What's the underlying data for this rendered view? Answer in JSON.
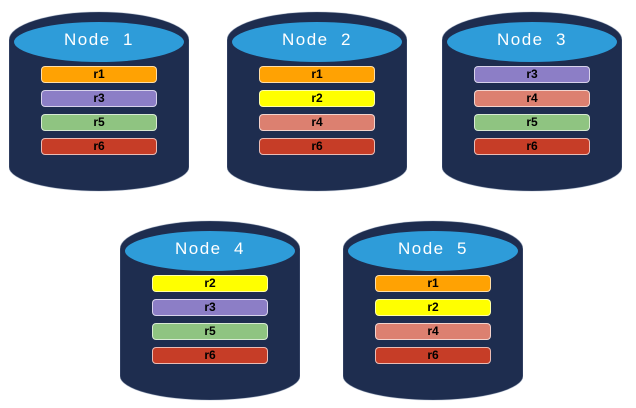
{
  "diagram": {
    "description": "Five database nodes with replicated partitions",
    "colors": {
      "cylinder_body": "#1E2D4F",
      "cylinder_top": "#2E9CD9",
      "title_text": "#FFFFFF",
      "bar_text": "#000000",
      "replicas": {
        "r1": "#FFA203",
        "r2": "#FFFF00",
        "r3": "#8C7EC6",
        "r4": "#DC8070",
        "r5": "#8FC481",
        "r6": "#C63D27"
      }
    },
    "nodes": [
      {
        "label": "Node  1",
        "replicas": [
          "r1",
          "r3",
          "r5",
          "r6"
        ]
      },
      {
        "label": "Node  2",
        "replicas": [
          "r1",
          "r2",
          "r4",
          "r6"
        ]
      },
      {
        "label": "Node  3",
        "replicas": [
          "r3",
          "r4",
          "r5",
          "r6"
        ]
      },
      {
        "label": "Node  4",
        "replicas": [
          "r2",
          "r3",
          "r5",
          "r6"
        ]
      },
      {
        "label": "Node  5",
        "replicas": [
          "r1",
          "r2",
          "r4",
          "r6"
        ]
      }
    ]
  }
}
